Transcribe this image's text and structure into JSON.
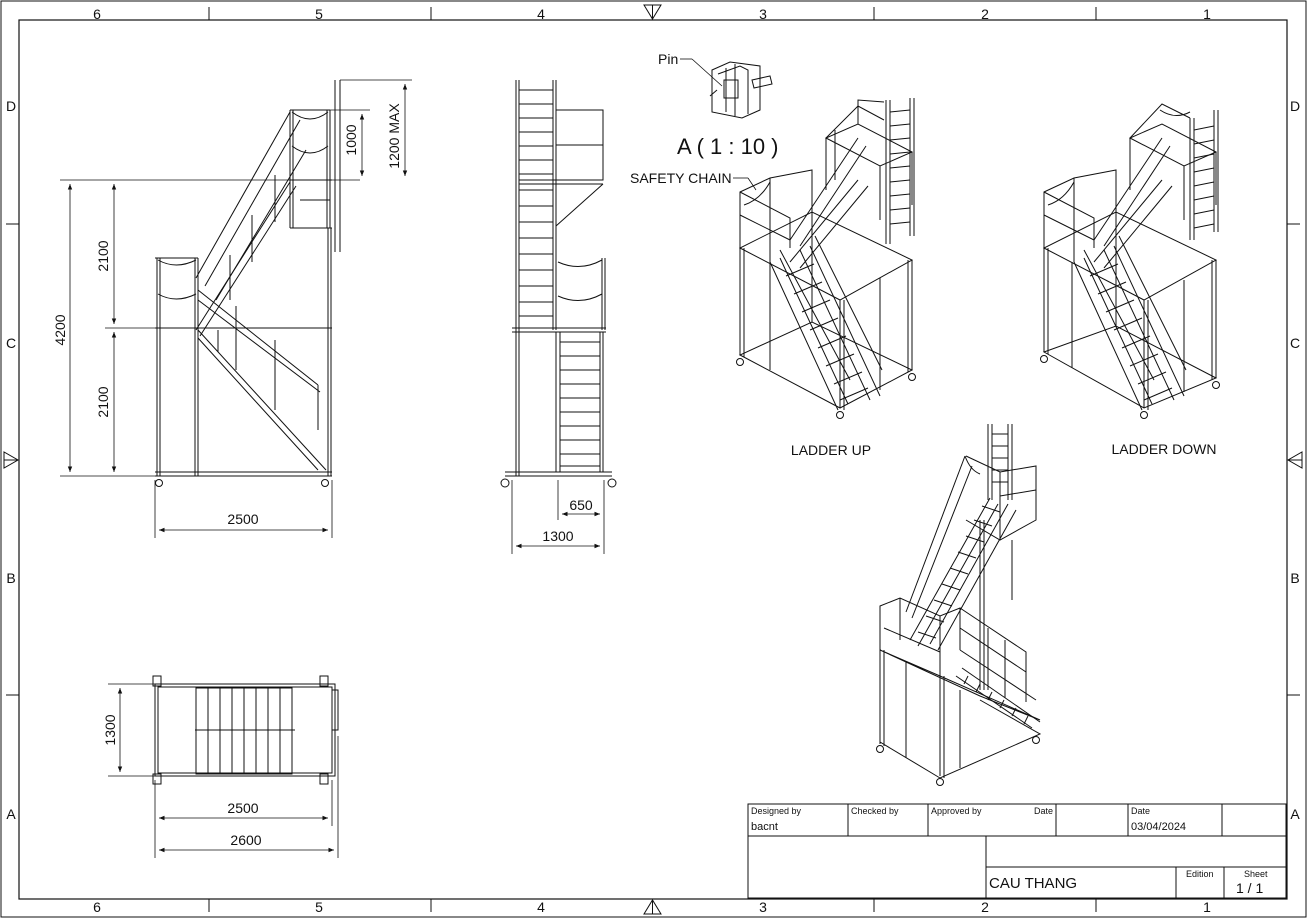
{
  "border": {
    "columns": [
      "6",
      "5",
      "4",
      "3",
      "2",
      "1"
    ],
    "rows": [
      "D",
      "C",
      "B",
      "A"
    ]
  },
  "front_view": {
    "dims": {
      "d1000": "1000",
      "d1200": "1200 MAX",
      "d2100_top": "2100",
      "d2100_bot": "2100",
      "d4200": "4200",
      "d2500": "2500"
    }
  },
  "side_view": {
    "dims": {
      "d650": "650",
      "d1300": "1300"
    }
  },
  "top_view": {
    "dims": {
      "d1300": "1300",
      "d2500": "2500",
      "d2600": "2600"
    }
  },
  "detail": {
    "pin_label": "Pin",
    "scale_label": "A ( 1 : 10 )",
    "chain_label": "SAFETY CHAIN"
  },
  "iso_views": {
    "ladder_up": "LADDER UP",
    "ladder_down": "LADDER DOWN"
  },
  "title_block": {
    "designed_by_label": "Designed by",
    "designed_by": "bacnt",
    "checked_by_label": "Checked by",
    "approved_by_label": "Approved by",
    "date_label_1": "Date",
    "date_label_2": "Date",
    "date": "03/04/2024",
    "title": "CAU THANG",
    "edition_label": "Edition",
    "sheet_label": "Sheet",
    "sheet": "1 / 1"
  }
}
